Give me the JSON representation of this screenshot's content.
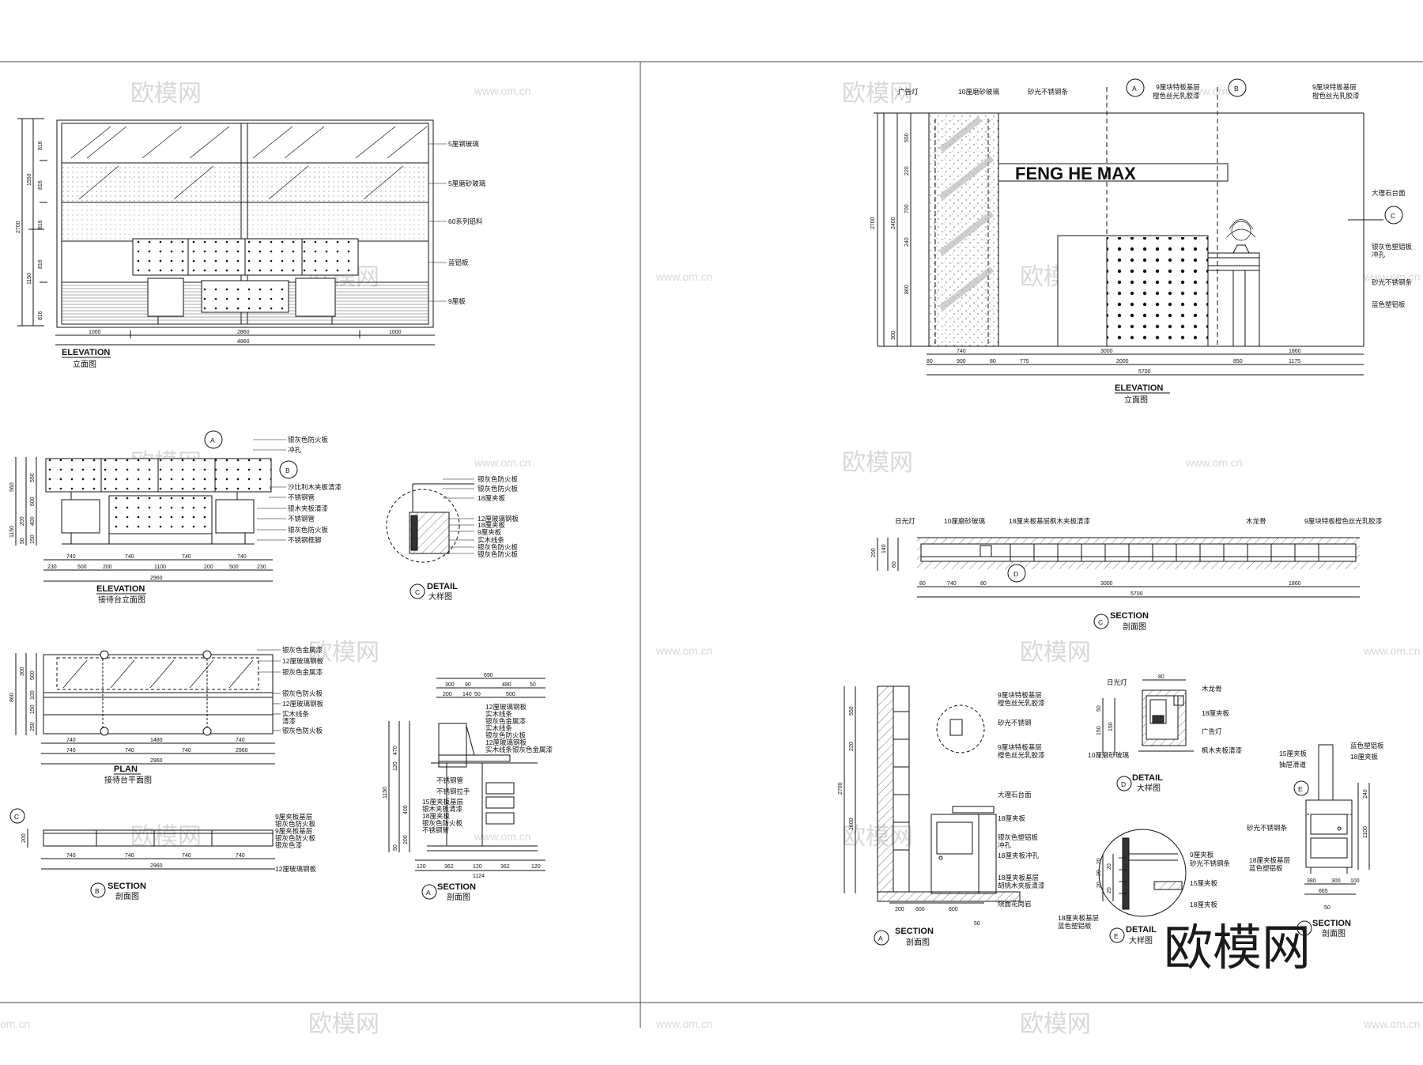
{
  "watermark": {
    "cn": "欧模网",
    "url": "www.om.cn",
    "url_cut": "om.cn",
    "brand": "欧模网"
  },
  "sign": {
    "text": "FENG HE MAX"
  },
  "captions": {
    "elev_left": [
      "ELEVATION",
      "立面图"
    ],
    "reception_elev": [
      "ELEVATION",
      "接待台立面图"
    ],
    "detail_c": [
      "DETAIL",
      "大样图",
      "C"
    ],
    "plan": [
      "PLAN",
      "接待台平面图"
    ],
    "section_b_left": [
      "SECTION",
      "剖面图",
      "B"
    ],
    "section_a_left": [
      "SECTION",
      "剖面图",
      "A"
    ],
    "elev_right": [
      "ELEVATION",
      "立面图"
    ],
    "section_c_right": [
      "SECTION",
      "剖面图",
      "C"
    ],
    "detail_d": [
      "DETAIL",
      "大样图",
      "D"
    ],
    "section_a_right": [
      "SECTION",
      "剖面图",
      "A"
    ],
    "detail_e": [
      "DETAIL",
      "大样图",
      "E"
    ],
    "section_b_right": [
      "SECTION",
      "剖面图",
      "B"
    ]
  },
  "markers": {
    "a": "A",
    "b": "B",
    "c": "C",
    "d": "D",
    "e": "E"
  },
  "labels": {
    "elev_left": [
      "5厘钢玻璃",
      "5厘磨砂玻璃",
      "60系列铝料",
      "蓝铝板",
      "9厘板"
    ],
    "reception": [
      "银灰色防火板",
      "冲孔",
      "沙比利木夹板清漆",
      "不锈钢管",
      "银木夹板清漆",
      "不锈钢管",
      "银灰色防火板",
      "不锈钢框脚"
    ],
    "detail_c": [
      "银灰色防火板",
      "银灰色防火板",
      "18厘夹板",
      "12厘玻璃钢板",
      "18厘夹板",
      "9厘夹板",
      "实木线条",
      "银灰色防火板",
      "银灰色防火板"
    ],
    "plan": [
      "银灰色金属漆",
      "12厘玻璃钢板",
      "银灰色金属漆",
      "银灰色防火板",
      "12厘玻璃钢板",
      "实木线条",
      "清漆",
      "银灰色防火板"
    ],
    "section_b_left": [
      "9厘夹板基层",
      "银灰色防火板",
      "9厘夹板基层",
      "银灰色防火板",
      "银灰色漆",
      "12厘玻璃钢板"
    ],
    "section_a_left": [
      "12厘玻璃钢板",
      "实木线条",
      "银灰色金属漆",
      "实木线条",
      "银灰色防火板",
      "12厘玻璃钢板",
      "实木线条银灰色金属漆",
      "不锈钢管",
      "不锈钢拉手",
      "15厘夹板基层",
      "银木夹板清漆",
      "18厘夹板",
      "银灰色防火板",
      "不锈钢管"
    ],
    "elev_right_top": [
      "广告灯",
      "10厘磨砂玻璃",
      "砂光不锈钢条",
      "9厘块特板基层",
      "橙色丝光乳胶漆",
      "9厘块特板基层",
      "橙色丝光乳胶漆"
    ],
    "elev_right_side": [
      "大理石台面",
      "银灰色塑铝板",
      "冲孔",
      "砂光不锈钢条",
      "蓝色塑铝板"
    ],
    "section_c_right": [
      "日光灯",
      "10厘磨砂玻璃",
      "18厘夹板基层枫木夹板清漆",
      "木龙骨",
      "9厘块特板橙色丝光乳胶漆"
    ],
    "section_a_right": [
      "9厘块特板基层",
      "橙色丝光乳胶漆",
      "砂光不锈钢",
      "9厘块特板基层",
      "橙色丝光乳胶漆",
      "大理石台面",
      "18厘夹板",
      "银灰色塑铝板",
      "冲孔",
      "18厘夹板冲孔",
      "18厘夹板基层",
      "胡桃木夹板清漆",
      "烧面花岗岩"
    ],
    "detail_d": [
      "日光灯",
      "木龙骨",
      "18厘夹板",
      "广告灯",
      "10厘磨砂玻璃",
      "枫木夹板清漆"
    ],
    "detail_e": [
      "9厘夹板",
      "砂光不锈钢条",
      "15厘夹板",
      "18厘夹板",
      "18厘夹板基层",
      "蓝色塑铝板"
    ],
    "section_b_right": [
      "蓝色塑铝板",
      "15厘夹板",
      "18厘夹板",
      "抽屉滑道",
      "砂光不锈钢条",
      "18厘夹板基层",
      "蓝色塑铝板"
    ]
  },
  "dims": {
    "elev_left_h": [
      "2700",
      "1550",
      "1150",
      "816",
      "816",
      "816",
      "816",
      "816"
    ],
    "elev_left_w": [
      "1000",
      "2860",
      "1000",
      "4860"
    ],
    "reception_h": [
      "560",
      "1150",
      "550",
      "600",
      "400",
      "150",
      "200",
      "50"
    ],
    "reception_w": [
      "740",
      "740",
      "740",
      "740",
      "230",
      "500",
      "200",
      "1100",
      "200",
      "500",
      "230",
      "2960"
    ],
    "plan_h": [
      "860",
      "300",
      "500",
      "100",
      "150",
      "250"
    ],
    "plan_w": [
      "740",
      "1480",
      "740",
      "740",
      "740",
      "740",
      "2960"
    ],
    "section_b_left": [
      "200",
      "740",
      "740",
      "740",
      "740",
      "2960"
    ],
    "section_a_left_top": [
      "690",
      "300",
      "90",
      "480",
      "50",
      "200",
      "140",
      "50",
      "500"
    ],
    "section_a_left_side": [
      "470",
      "120",
      "1150",
      "400",
      "200",
      "50"
    ],
    "section_a_left_bot": [
      "120",
      "362",
      "120",
      "362",
      "120",
      "1124"
    ],
    "elev_right_h": [
      "2700",
      "2400",
      "550",
      "220",
      "700",
      "240",
      "860",
      "300"
    ],
    "elev_right_w1": [
      "740",
      "3000",
      "1860"
    ],
    "elev_right_w2": [
      "80",
      "900",
      "80",
      "775",
      "2000",
      "850",
      "1175"
    ],
    "elev_right_w3": [
      "5700"
    ],
    "section_c_right": [
      "740",
      "3000",
      "1860",
      "80",
      "80",
      "5700",
      "200",
      "140",
      "60"
    ],
    "section_a_right_h": [
      "550",
      "220",
      "2700",
      "1600"
    ],
    "section_a_right_w": [
      "200",
      "600",
      "600",
      "50"
    ],
    "detail_d": [
      "80",
      "50",
      "150",
      "150"
    ],
    "detail_e": [
      "20",
      "20",
      "20",
      "20",
      "20"
    ],
    "section_b_right": [
      "240",
      "1100",
      "380",
      "300",
      "100",
      "665",
      "50"
    ]
  }
}
